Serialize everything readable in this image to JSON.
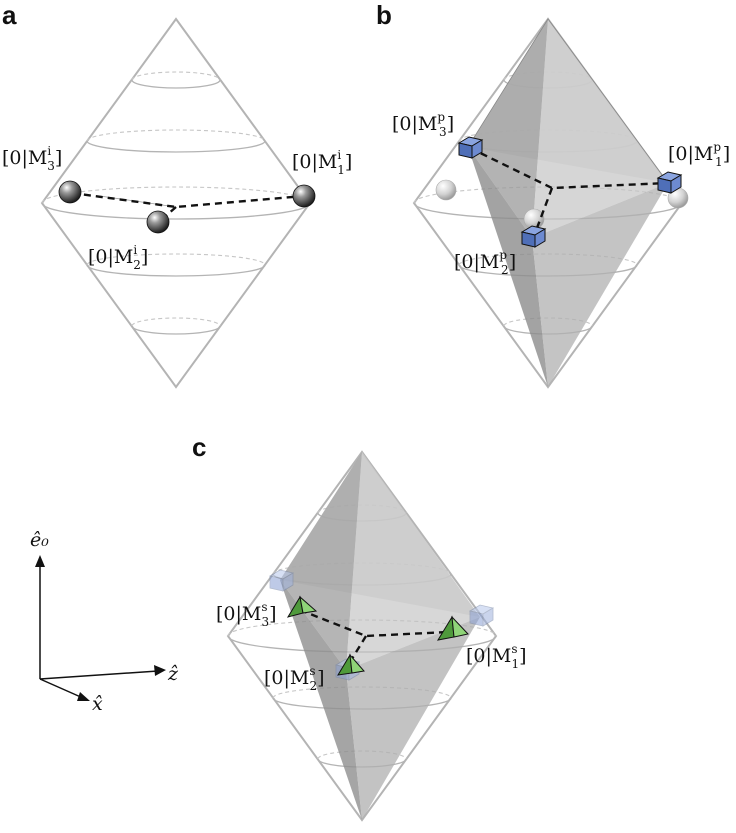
{
  "panels": {
    "a": {
      "letter": "a",
      "labels": {
        "m1": {
          "base": "[0|M",
          "sup": "i",
          "sub": "1",
          "close": "]"
        },
        "m2": {
          "base": "[0|M",
          "sup": "i",
          "sub": "2",
          "close": "]"
        },
        "m3": {
          "base": "[0|M",
          "sup": "i",
          "sub": "3",
          "close": "]"
        }
      }
    },
    "b": {
      "letter": "b",
      "labels": {
        "m1": {
          "base": "[0|M",
          "sup": "p",
          "sub": "1",
          "close": "]"
        },
        "m2": {
          "base": "[0|M",
          "sup": "p",
          "sub": "2",
          "close": "]"
        },
        "m3": {
          "base": "[0|M",
          "sup": "p",
          "sub": "3",
          "close": "]"
        }
      }
    },
    "c": {
      "letter": "c",
      "labels": {
        "m1": {
          "base": "[0|M",
          "sup": "s",
          "sub": "1",
          "close": "]"
        },
        "m2": {
          "base": "[0|M",
          "sup": "s",
          "sub": "2",
          "close": "]"
        },
        "m3": {
          "base": "[0|M",
          "sup": "s",
          "sub": "3",
          "close": "]"
        }
      }
    }
  },
  "axes": {
    "e0": "ê₀",
    "z": "ẑ",
    "x": "x̂"
  },
  "colors": {
    "cone": "#b4b4b4",
    "sphere": "#3a3a3a",
    "cube": "#5b7fc8",
    "pyramid": "#7fc86a",
    "shade_dark": "#8a8a8a",
    "shade_light": "#d9d9d9"
  }
}
